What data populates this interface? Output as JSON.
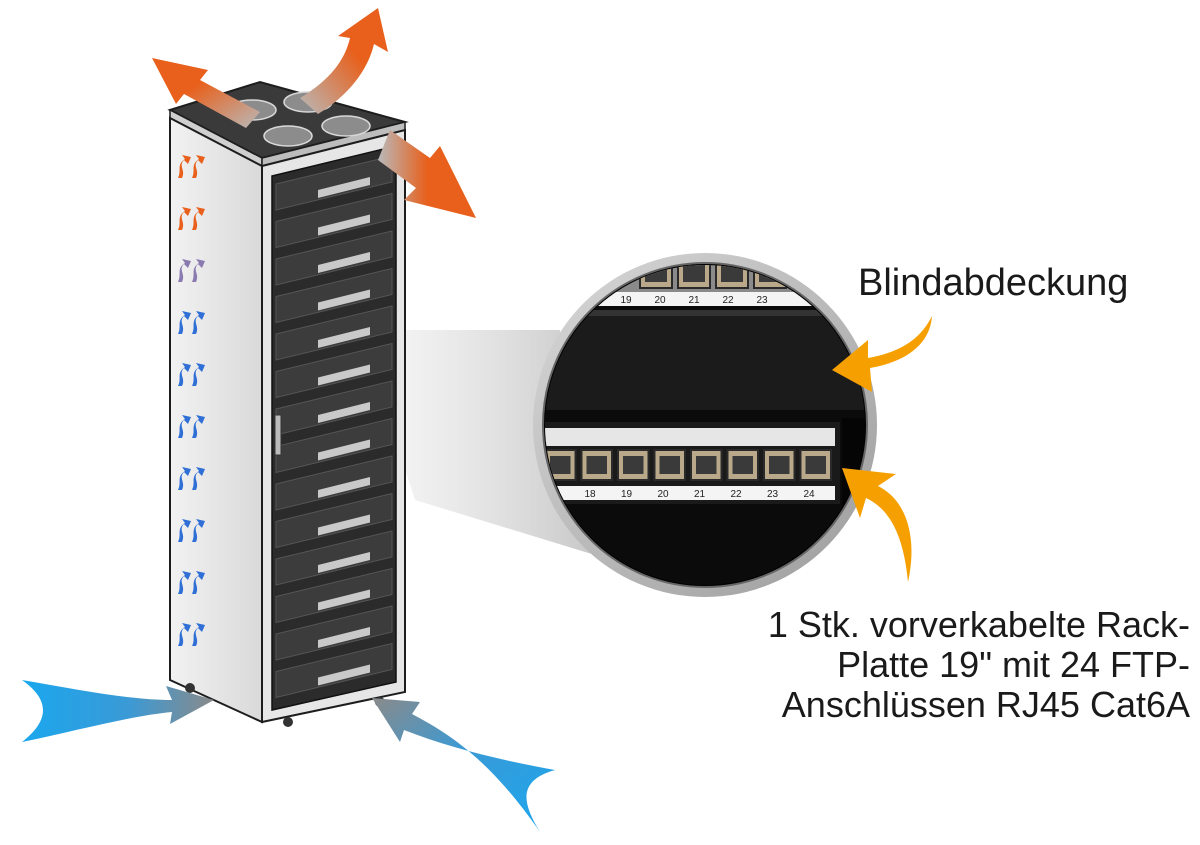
{
  "labels": {
    "blind_cover": "Blindabdeckung",
    "patch_panel": [
      "1 Stk. vorverkabelte Rack-",
      "Platte 19\" mit 24 FTP-",
      "Anschlüssen RJ45 Cat6A"
    ]
  },
  "port_numbers": {
    "top_row": [
      "19",
      "20",
      "21",
      "22",
      "23"
    ],
    "bottom_row": [
      "18",
      "19",
      "20",
      "21",
      "22",
      "23",
      "24"
    ]
  },
  "colors": {
    "hot_air": "#e8601c",
    "cold_air": "#1fa0e6",
    "callout_arrow": "#f5a000",
    "rack_body": "#e4e4e4",
    "rack_front": "#2b2b2b"
  },
  "icons": [
    "fan-icon",
    "hot-air-arrow",
    "cold-air-arrow",
    "callout-arrow"
  ]
}
